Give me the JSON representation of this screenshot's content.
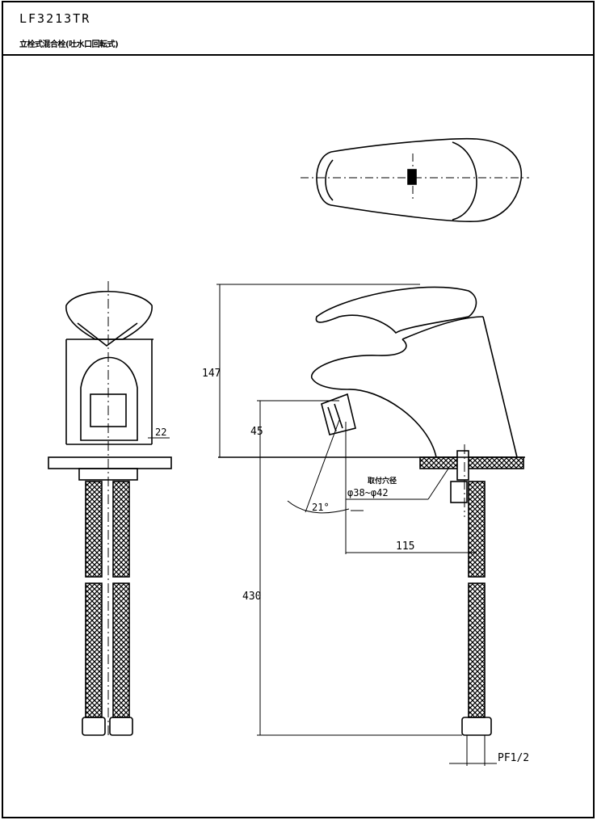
{
  "header": {
    "model": "LF3213TR",
    "subtitle": "立栓式混合栓(吐水口回転式)"
  },
  "dimensions": {
    "total_height": "147",
    "spout_height": "45",
    "hose_length": "430",
    "spout_reach": "115",
    "body_width": "22",
    "angle": "21°",
    "hole_label": "取付穴径",
    "hole_range": "φ38~φ42",
    "thread": "PF1/2"
  }
}
